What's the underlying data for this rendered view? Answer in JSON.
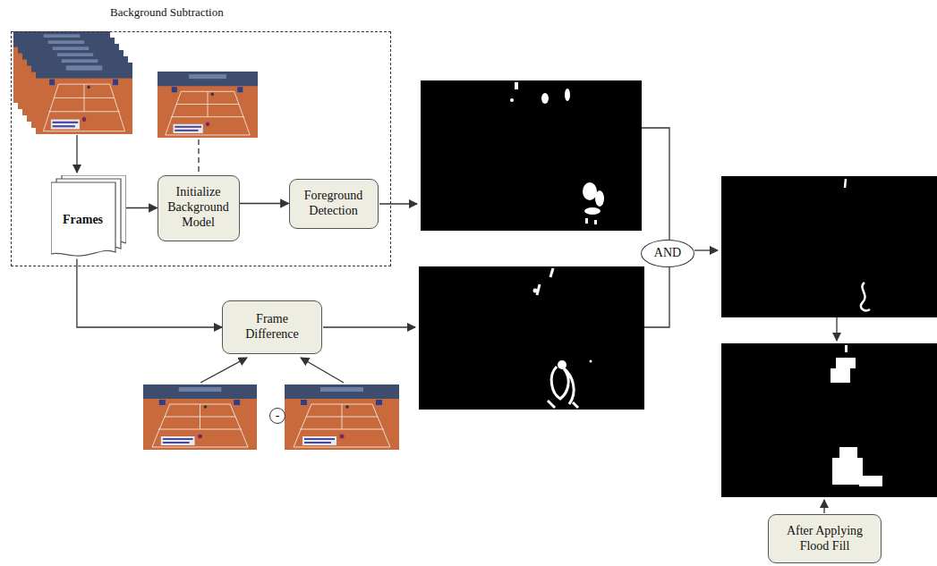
{
  "diagram": {
    "nodes": [
      {
        "text": [
          "Background Subtraction"
        ]
      },
      {
        "text": [
          "Frames"
        ],
        "in": 0
      },
      {
        "text": [
          "Initialize Background Model"
        ],
        "in": 0
      },
      {
        "text": [
          "Foreground Detection"
        ],
        "in": 0
      },
      {
        "text": [
          "Frame Difference"
        ]
      },
      {
        "text": [
          "-"
        ]
      },
      {
        "text": [
          "AND"
        ]
      },
      {
        "text": [
          "After Applying Flood Fill"
        ]
      }
    ],
    "edges": [
      {
        "from": 1,
        "to": 2,
        "arrow": "to"
      },
      {
        "from": 2,
        "to": 3,
        "arrow": "to"
      },
      {
        "from": 1,
        "to": 4,
        "arrow": "to"
      }
    ]
  }
}
